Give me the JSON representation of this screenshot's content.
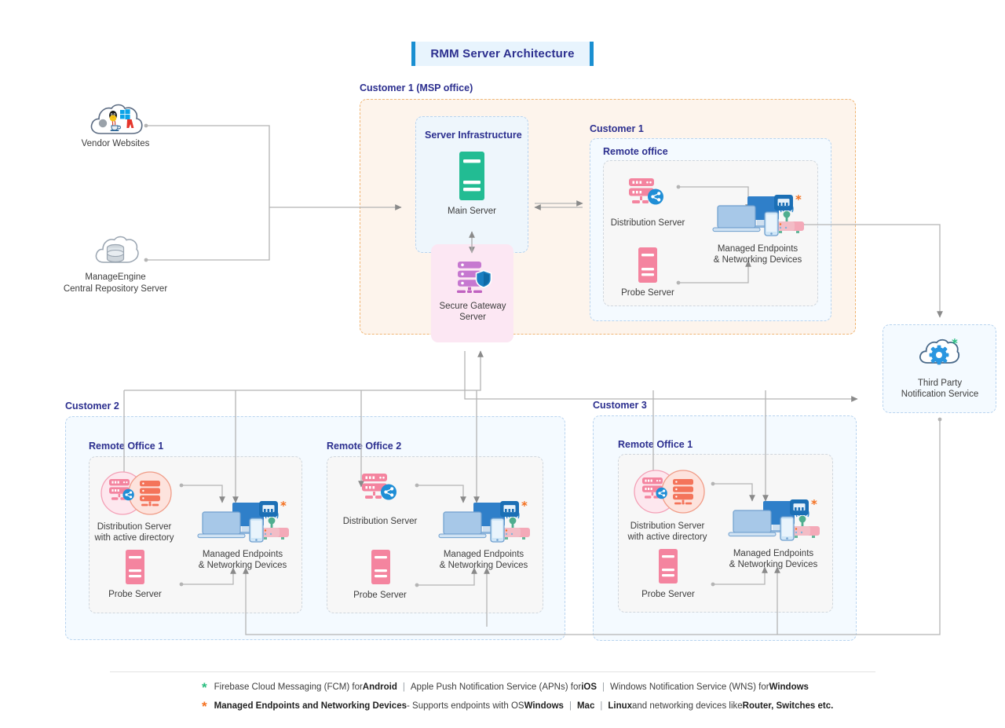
{
  "title": "RMM Server Architecture",
  "regions": {
    "msp": "Customer 1 (MSP office)",
    "customer1": "Customer 1",
    "customer2": "Customer 2",
    "customer3": "Customer 3",
    "server_infrastructure": "Server Infrastructure",
    "remote_office": "Remote office",
    "c2_office1": "Remote Office 1",
    "c2_office2": "Remote Office 2",
    "c3_office1": "Remote Office 1"
  },
  "nodes": {
    "vendor_websites": "Vendor Websites",
    "manage_engine": "ManageEngine\nCentral Repository Server",
    "manage_engine_l1": "ManageEngine",
    "manage_engine_l2": "Central Repository Server",
    "main_server": "Main Server",
    "secure_gateway_l1": "Secure Gateway",
    "secure_gateway_l2": "Server",
    "distribution_server": "Distribution Server",
    "distribution_server_ad_l1": "Distribution Server",
    "distribution_server_ad_l2": "with active directory",
    "probe_server": "Probe Server",
    "managed_endpoints_l1": "Managed Endpoints",
    "managed_endpoints_l2": "& Networking Devices",
    "third_party_l1": "Third Party",
    "third_party_l2": "Notification Service"
  },
  "legend": {
    "row1": {
      "marker": "*",
      "marker_color": "#27bd7e",
      "part1": "Firebase Cloud Messaging (FCM) for ",
      "bold1": "Android",
      "sep1": "|",
      "part2": "Apple Push Notification Service (APNs) for ",
      "bold2": "iOS",
      "sep2": "|",
      "part3": "Windows Notification Service (WNS) for ",
      "bold3": "Windows"
    },
    "row2": {
      "marker": "*",
      "marker_color": "#f4701f",
      "bold1": "Managed Endpoints and Networking Devices",
      "part1": " - Supports endpoints with OS ",
      "bold2": "Windows",
      "sep1": "|",
      "bold3": "Mac",
      "sep2": "|",
      "bold4": "Linux",
      "part2": " and networking devices like ",
      "bold5": "Router, Switches etc."
    }
  },
  "icons": {
    "vendor_cloud": "cloud-vendor-icon",
    "repo_cloud": "cloud-database-icon",
    "main_server": "server-tower-icon",
    "gateway": "server-shield-icon",
    "distribution": "server-share-icon",
    "active_directory": "server-stack-icon",
    "probe": "server-tower-pink-icon",
    "endpoints": "devices-cluster-icon",
    "notification_cloud": "cloud-gear-icon"
  },
  "colors": {
    "title_blue": "#2c2f8f",
    "accent_blue": "#1a8fd1",
    "msp_border": "#f0b573",
    "customer_border": "#b9d4ef",
    "main_server_green": "#22bc93",
    "gateway_purple": "#c063c0",
    "pink_server": "#f4849f",
    "notify_green": "#27bd7e",
    "notify_orange": "#f4701f"
  }
}
